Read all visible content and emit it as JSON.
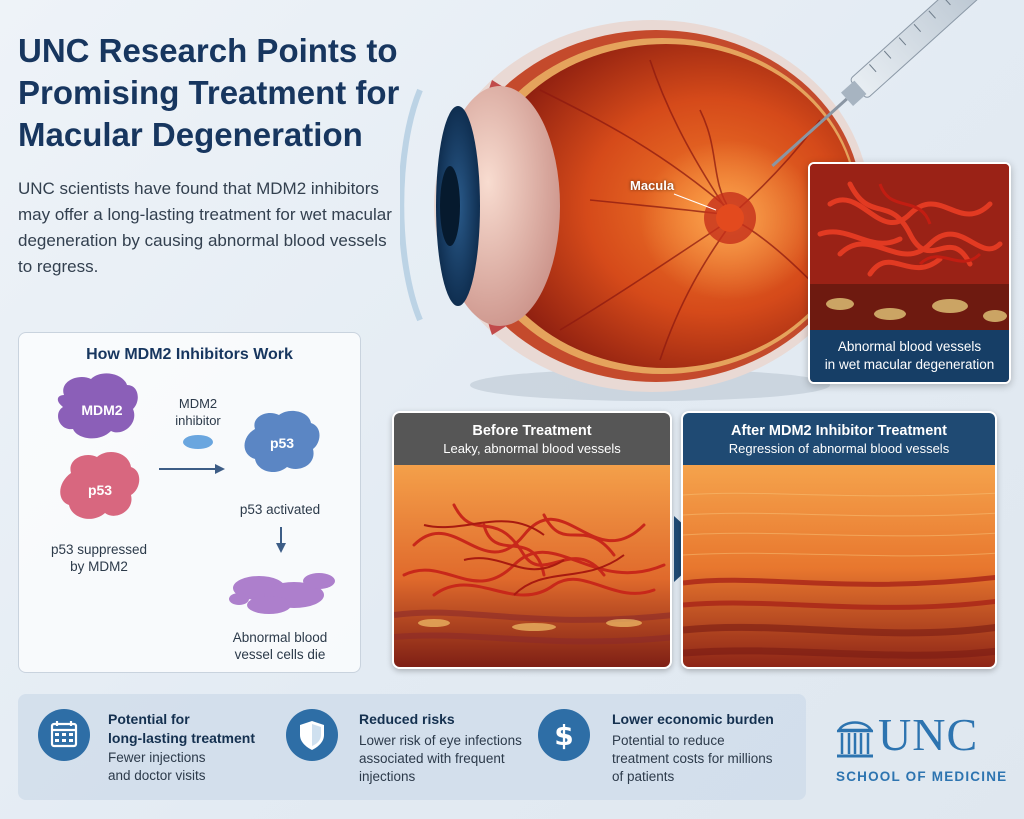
{
  "header": {
    "title": "UNC Research Points to Promising Treatment for Macular Degeneration",
    "subtitle": "UNC scientists have found that MDM2 inhibitors may offer a long-lasting treatment for wet macular degeneration by causing abnormal blood vessels to regress."
  },
  "eye": {
    "macula_label": "Macula"
  },
  "inset": {
    "caption_line1": "Abnormal blood vessels",
    "caption_line2": "in wet macular degeneration"
  },
  "mechanism": {
    "title": "How MDM2 Inhibitors Work",
    "mdm2_label": "MDM2",
    "p53_label": "p53",
    "p53_active_label": "p53",
    "inhibitor_line1": "MDM2",
    "inhibitor_line2": "inhibitor",
    "suppressed_line1": "p53 suppressed",
    "suppressed_line2": "by MDM2",
    "activated": "p53 activated",
    "die_line1": "Abnormal blood",
    "die_line2": "vessel cells die"
  },
  "before": {
    "title": "Before Treatment",
    "subtitle": "Leaky, abnormal blood vessels"
  },
  "after": {
    "title": "After MDM2 Inhibitor Treatment",
    "subtitle": "Regression of abnormal blood vessels"
  },
  "benefits": [
    {
      "icon": "calendar-icon",
      "title_line1": "Potential for",
      "title_line2": "long-lasting treatment",
      "body_line1": "Fewer injections",
      "body_line2": "and doctor visits"
    },
    {
      "icon": "shield-check-icon",
      "title_line1": "Reduced risks",
      "body_line1": "Lower risk of eye infections",
      "body_line2": "associated with frequent",
      "body_line3": "injections"
    },
    {
      "icon": "dollar-icon",
      "title_line1": "Lower economic burden",
      "body_line1": "Potential to reduce",
      "body_line2": "treatment costs for millions",
      "body_line3": "of patients"
    }
  ],
  "logo": {
    "name": "UNC",
    "sub": "SCHOOL OF MEDICINE"
  },
  "colors": {
    "navy": "#17365f",
    "accent_blue": "#2e6ea6",
    "header_dark": "#555555",
    "header_blue": "#1f4a73",
    "mdm2_purple": "#8b5fb8",
    "p53_pink": "#d8677f",
    "p53_blue": "#5b86c4"
  }
}
